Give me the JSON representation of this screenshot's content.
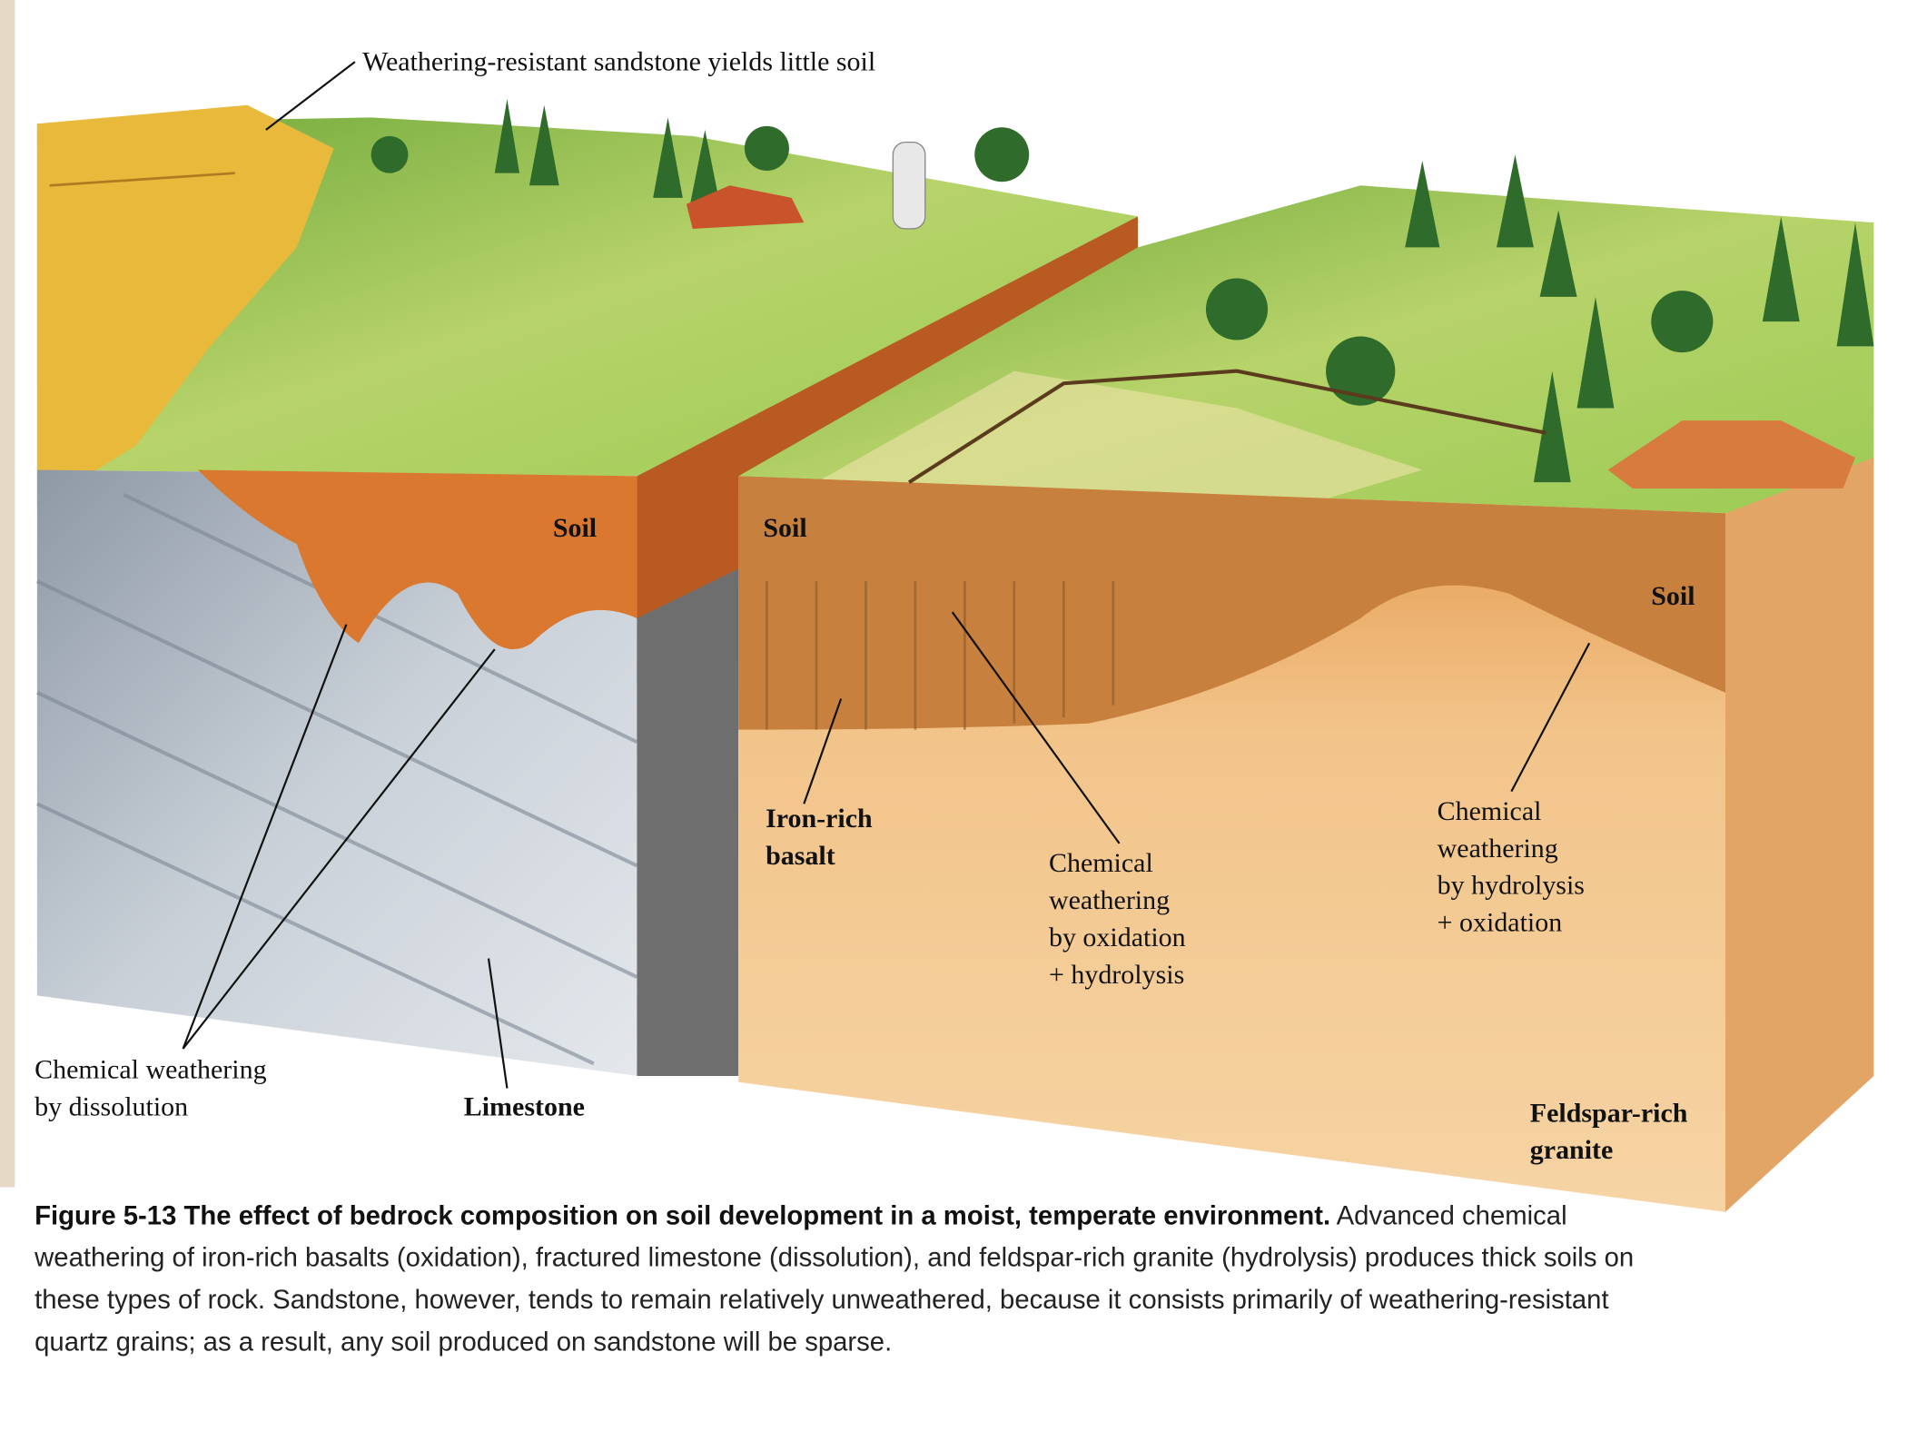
{
  "labels": {
    "sandstone": "Weathering-resistant sandstone yields little soil",
    "soil_limestone": "Soil",
    "soil_basalt": "Soil",
    "soil_granite": "Soil",
    "basalt": [
      "Iron-rich",
      "basalt"
    ],
    "oxidation": [
      "Chemical",
      "weathering",
      "by oxidation",
      "+ hydrolysis"
    ],
    "hydrolysis": [
      "Chemical",
      "weathering",
      "by hydrolysis",
      "+ oxidation"
    ],
    "dissolution": [
      "Chemical weathering",
      "by dissolution"
    ],
    "limestone": "Limestone",
    "granite": [
      "Feldspar-rich",
      "granite"
    ]
  },
  "caption": {
    "title": "Figure 5-13 The effect of bedrock composition on soil development in a moist, temperate environment.",
    "body": " Advanced chemical weathering of iron-rich basalts (oxidation), fractured limestone (dissolution), and feldspar-rich granite (hydrolysis) produces thick soils on these types of rock. Sandstone, however, tends to remain relatively unweathered, because it consists primarily of weathering-resistant quartz grains; as a result, any soil produced on sandstone will be sparse."
  },
  "colors": {
    "grass": "#8fbf4a",
    "soil": "#d9782e",
    "limestone": "#b9c2cc",
    "granite": "#f0c98e",
    "sandstone": "#e8b93a"
  }
}
